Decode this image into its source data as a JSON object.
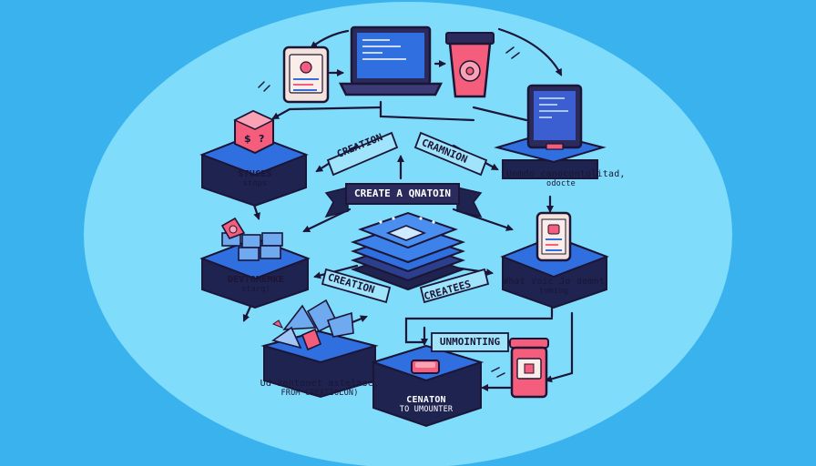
{
  "colors": {
    "background": "#3ab2ee",
    "circle": "#7fdcfa",
    "outline": "#1c1536",
    "platform_top": "#2f6fe0",
    "platform_side": "#1e2350",
    "accent_pink": "#f45d7b",
    "ribbon": "#9fe4fb"
  },
  "labels": {
    "stuces_title": "STUCES",
    "stuces_sub": "stops",
    "unmodo": "Unmdo canocontolitad,",
    "unmodo_sub": "odocte",
    "devtomemke": "DEVTOMEMKE",
    "devtomemke_sub": "starg)",
    "what_voic": "What Voic Jo domnt",
    "what_voic_sub": "toming",
    "ud_zentonet": "Ud zentonet astelase,",
    "ud_zentonet_sub": "FROM CREATIOLON)",
    "cenaton": "CENATON",
    "cenaton_sub": "TO UMOUNTER"
  },
  "ribbons": {
    "creation_top": "CREATION",
    "cramnion": "CRAMNION",
    "create_banner": "CREATE A QNATOIN",
    "creation_mid": "CREATION",
    "createes": "CREATEES",
    "unmointing": "UNMOINTING"
  },
  "icons": [
    "phone-icon",
    "laptop-icon",
    "coffee-cup-icon",
    "tablet-icon",
    "cube-icon",
    "blocks-icon",
    "layer-stack-icon",
    "broken-pieces-icon",
    "button-icon",
    "jar-icon",
    "phone-icon-right"
  ]
}
